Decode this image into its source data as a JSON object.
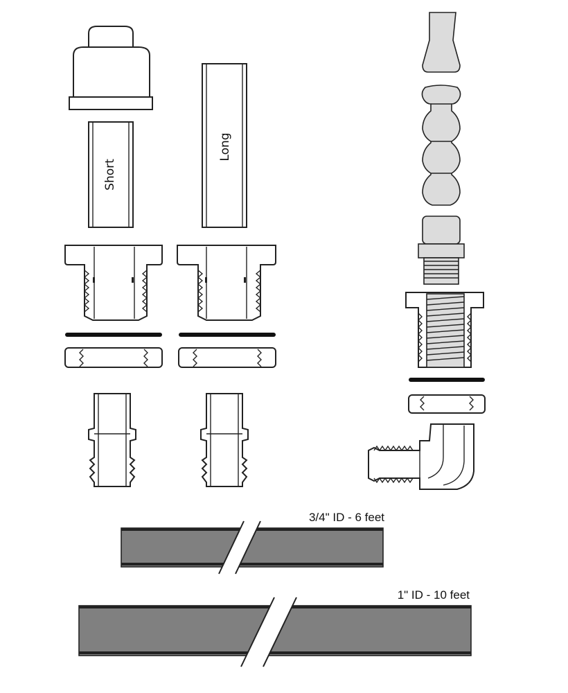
{
  "labels": {
    "short_tube": "Short",
    "long_tube": "Long",
    "hose_small": "3/4\" ID - 6 feet",
    "hose_large": "1\" ID - 10 feet"
  },
  "colors": {
    "hose_fill": "#808080",
    "line": "#222222",
    "coolant_part_fill": "#dcdcdc",
    "background": "#ffffff"
  }
}
